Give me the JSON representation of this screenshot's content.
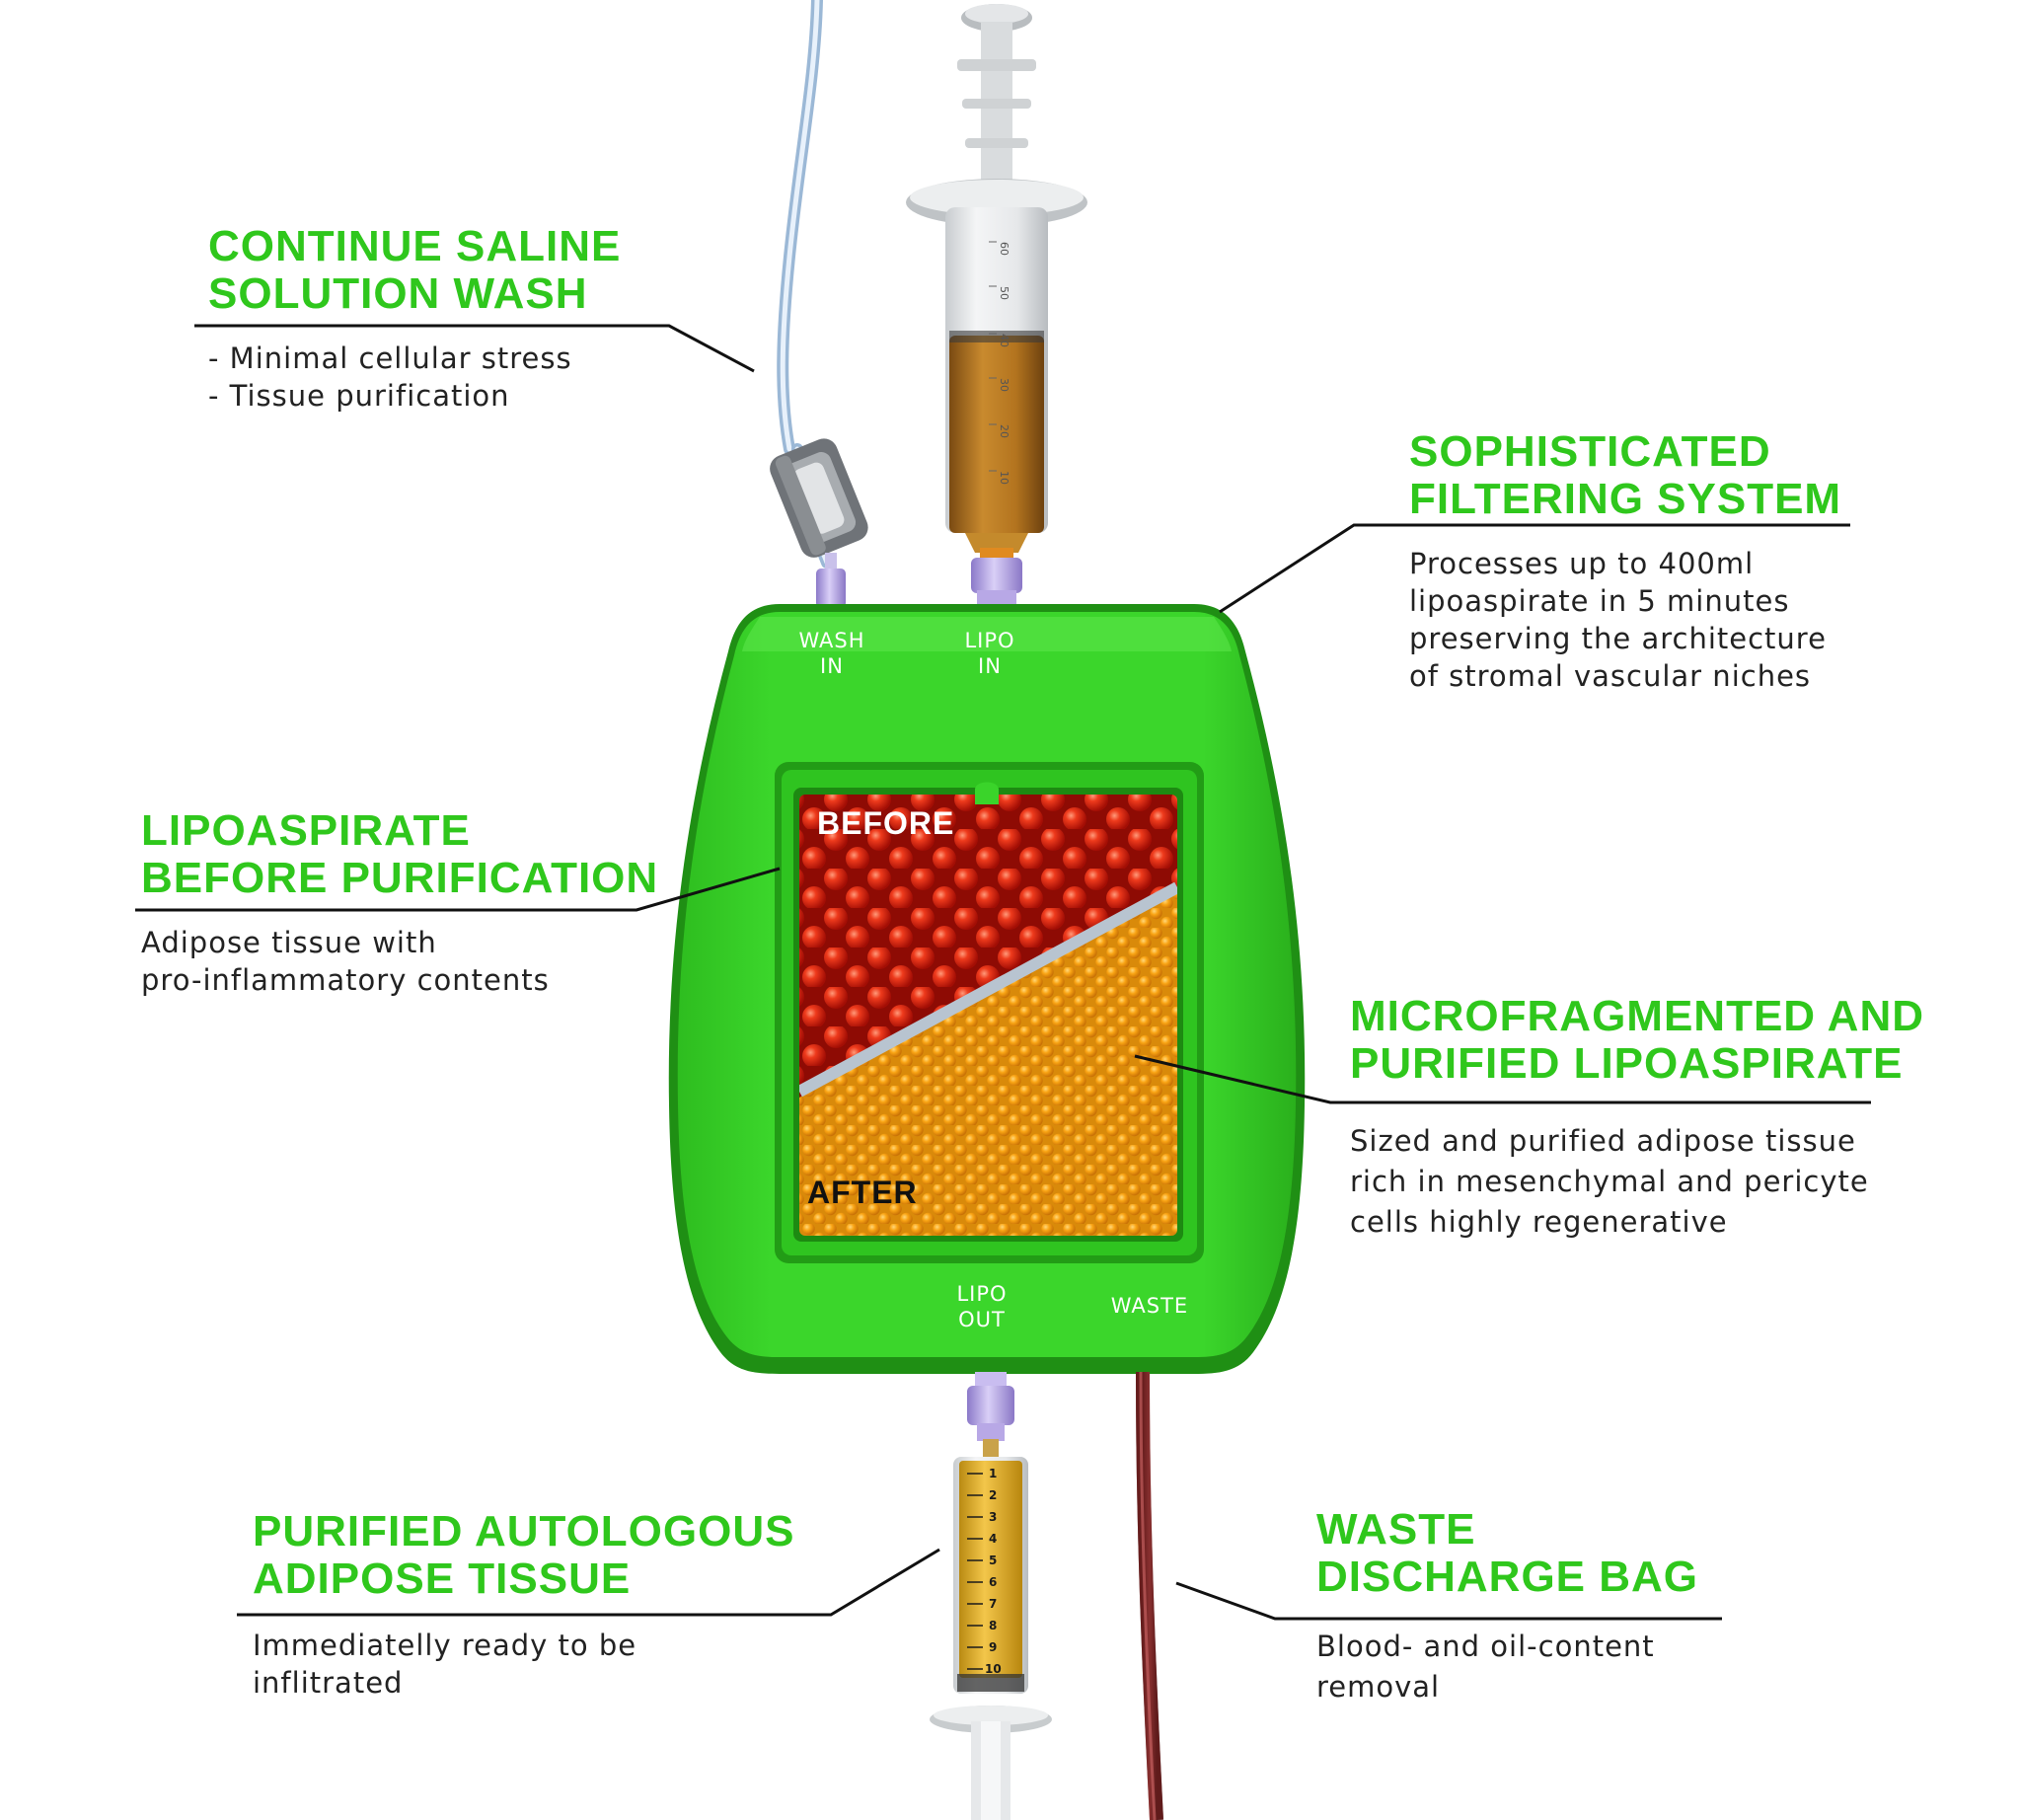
{
  "callouts": {
    "saline": {
      "title": [
        "CONTINUE SALINE",
        "SOLUTION WASH"
      ],
      "body": [
        "- Minimal cellular stress",
        "- Tissue purification"
      ]
    },
    "filtering": {
      "title": [
        "SOPHISTICATED",
        "FILTERING SYSTEM"
      ],
      "body": [
        "Processes up to 400ml",
        "lipoaspirate in 5 minutes",
        "preserving the architecture",
        "of stromal vascular niches"
      ]
    },
    "before": {
      "title": [
        "LIPOASPIRATE",
        "BEFORE PURIFICATION"
      ],
      "body": [
        "Adipose tissue with",
        "pro-inflammatory contents"
      ]
    },
    "micro": {
      "title": [
        "MICROFRAGMENTED AND",
        "PURIFIED LIPOASPIRATE"
      ],
      "body": [
        "Sized and purified adipose tissue",
        "rich in mesenchymal and pericyte",
        "cells highly regenerative"
      ]
    },
    "autologous": {
      "title": [
        "PURIFIED AUTOLOGOUS",
        "ADIPOSE TISSUE"
      ],
      "body": [
        "Immediatelly ready to be",
        "inflitrated"
      ]
    },
    "waste": {
      "title": [
        "WASTE",
        "DISCHARGE BAG"
      ],
      "body": [
        "Blood- and oil-content",
        "removal"
      ]
    }
  },
  "ports": {
    "wash_in": [
      "WASH",
      "IN"
    ],
    "lipo_in": [
      "LIPO",
      "IN"
    ],
    "lipo_out": [
      "LIPO",
      "OUT"
    ],
    "waste": [
      "WASTE"
    ]
  },
  "window": {
    "before_label": "BEFORE",
    "after_label": "AFTER"
  },
  "syringe_large": {
    "scale_marks": [
      "60",
      "50",
      "40",
      "30",
      "20",
      "10"
    ]
  },
  "syringe_small": {
    "scale_marks": [
      "1",
      "2",
      "3",
      "4",
      "5",
      "6",
      "7",
      "8",
      "9",
      "10"
    ]
  },
  "colors": {
    "accent_green": "#2fc71c",
    "device_green": "#3ad42a",
    "before_red": "#d8200e",
    "after_orange": "#f7a20d",
    "separator": "#b8c4d0"
  }
}
